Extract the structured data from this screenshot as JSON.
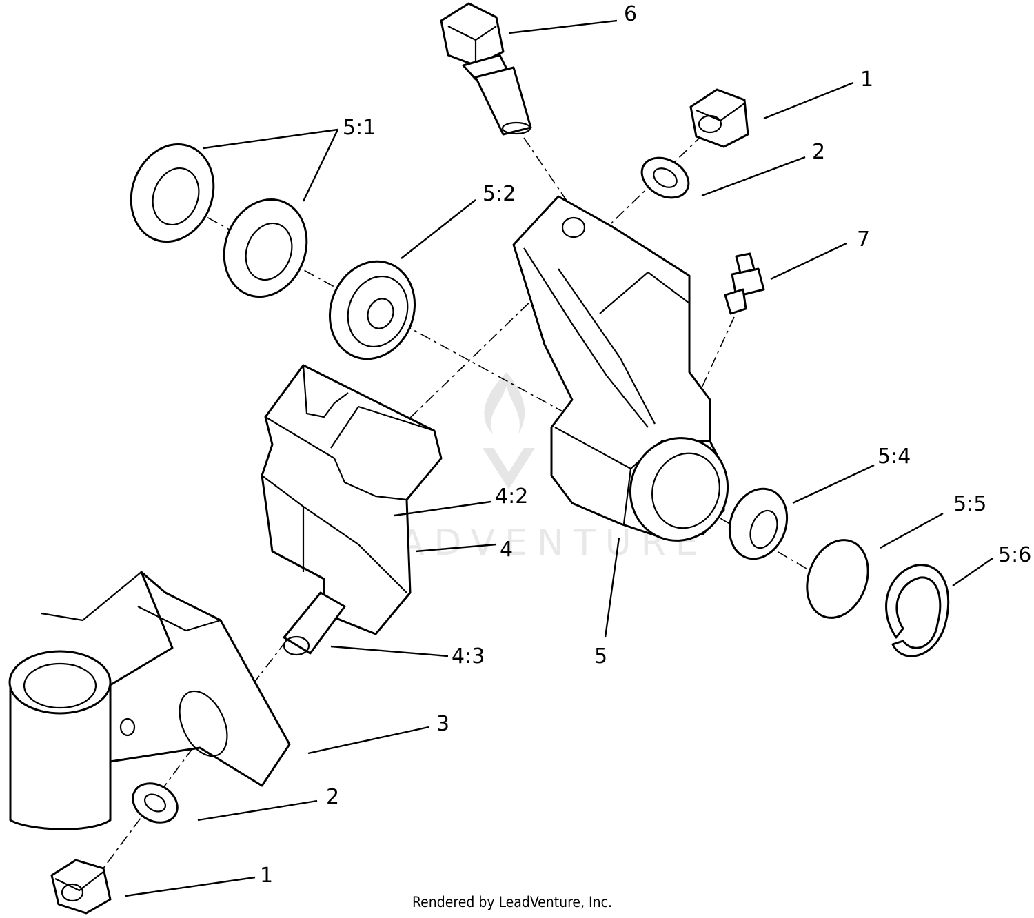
{
  "callouts": {
    "c6": "6",
    "c1_top": "1",
    "c2_top": "2",
    "c7": "7",
    "c5_1": "5:1",
    "c5_2": "5:2",
    "c5_4": "5:4",
    "c5_5": "5:5",
    "c5_6": "5:6",
    "c4_2": "4:2",
    "c4": "4",
    "c4_3": "4:3",
    "c5": "5",
    "c3": "3",
    "c2_bottom": "2",
    "c1_bottom": "1"
  },
  "watermark": "LEADVENTURE",
  "footer": "Rendered by LeadVenture, Inc."
}
